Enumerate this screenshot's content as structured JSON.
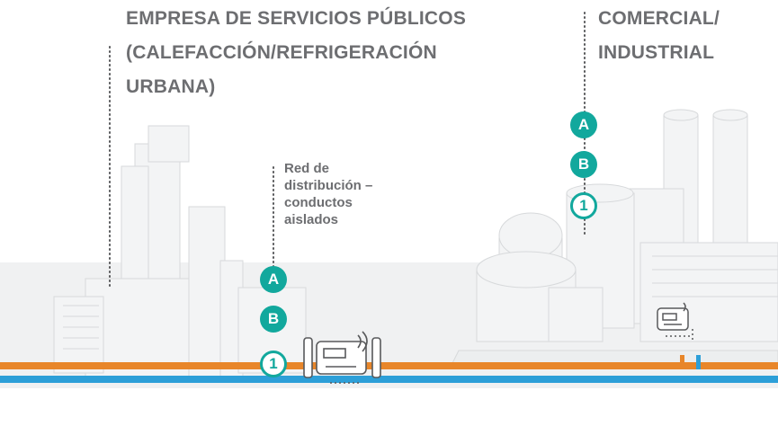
{
  "headings": {
    "utility": [
      "EMPRESA DE SERVICIOS PÚBLICOS",
      "(CALEFACCIÓN/REFRIGERACIÓN",
      "URBANA)"
    ],
    "commercial": [
      "COMERCIAL/",
      "INDUSTRIAL"
    ]
  },
  "network_label": [
    "Red de",
    "distribución –",
    "conductos",
    "aislados"
  ],
  "markers": {
    "utility": [
      "A",
      "B",
      "1"
    ],
    "commercial": [
      "A",
      "B",
      "1"
    ]
  },
  "colors": {
    "text": "#6d6e71",
    "accent": "#12a89d",
    "pipe_hot": "#e8862a",
    "pipe_cold": "#2d9fd8",
    "ground": "#eef0f1",
    "buildings": "#f3f4f5"
  },
  "icons": [
    "meter-icon",
    "meter-icon"
  ]
}
